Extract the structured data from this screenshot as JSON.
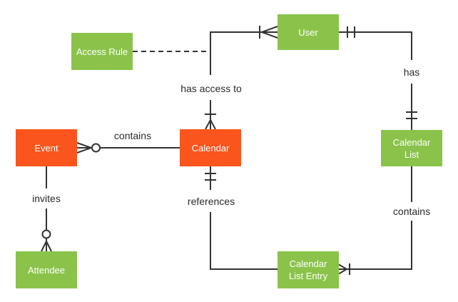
{
  "diagram": {
    "type": "entity-relationship-diagram",
    "colors": {
      "entity_orange": "#FA551D",
      "entity_green": "#8BC34A",
      "entity_text": "#FFFFFF",
      "line": "#333333",
      "label_text": "#2B2B2B",
      "background": "#FFFFFF"
    },
    "entities": [
      {
        "id": "access-rule",
        "label": "Access Rule",
        "variant": "green"
      },
      {
        "id": "user",
        "label": "User",
        "variant": "green"
      },
      {
        "id": "event",
        "label": "Event",
        "variant": "orange"
      },
      {
        "id": "calendar",
        "label": "Calendar",
        "variant": "orange"
      },
      {
        "id": "calendar-list",
        "label": "Calendar List",
        "variant": "green"
      },
      {
        "id": "attendee",
        "label": "Attendee",
        "variant": "green"
      },
      {
        "id": "calendar-list-entry",
        "label": "Calendar List Entry",
        "variant": "green"
      }
    ],
    "relationships": [
      {
        "label": "has access to",
        "from": "Calendar",
        "to": "User",
        "from_cardinality": "one-or-many",
        "to_cardinality": "one-or-many",
        "line_style": "solid"
      },
      {
        "label": "has",
        "from": "User",
        "to": "Calendar List",
        "from_cardinality": "one-and-only-one",
        "to_cardinality": "one-and-only-one",
        "line_style": "solid"
      },
      {
        "label": "contains",
        "from": "Calendar",
        "to": "Event",
        "from_cardinality": "none",
        "to_cardinality": "zero-or-many",
        "line_style": "solid"
      },
      {
        "label": "invites",
        "from": "Event",
        "to": "Attendee",
        "from_cardinality": "none",
        "to_cardinality": "zero-or-many",
        "line_style": "solid"
      },
      {
        "label": "references",
        "from": "Calendar",
        "to": "Calendar List Entry",
        "from_cardinality": "one-and-only-one",
        "to_cardinality": "none",
        "line_style": "solid"
      },
      {
        "label": "contains",
        "from": "Calendar List",
        "to": "Calendar List Entry",
        "from_cardinality": "none",
        "to_cardinality": "one-or-many",
        "line_style": "solid"
      },
      {
        "label": "",
        "from": "Access Rule",
        "to": "has access to",
        "from_cardinality": "none",
        "to_cardinality": "none",
        "line_style": "dashed"
      }
    ]
  }
}
